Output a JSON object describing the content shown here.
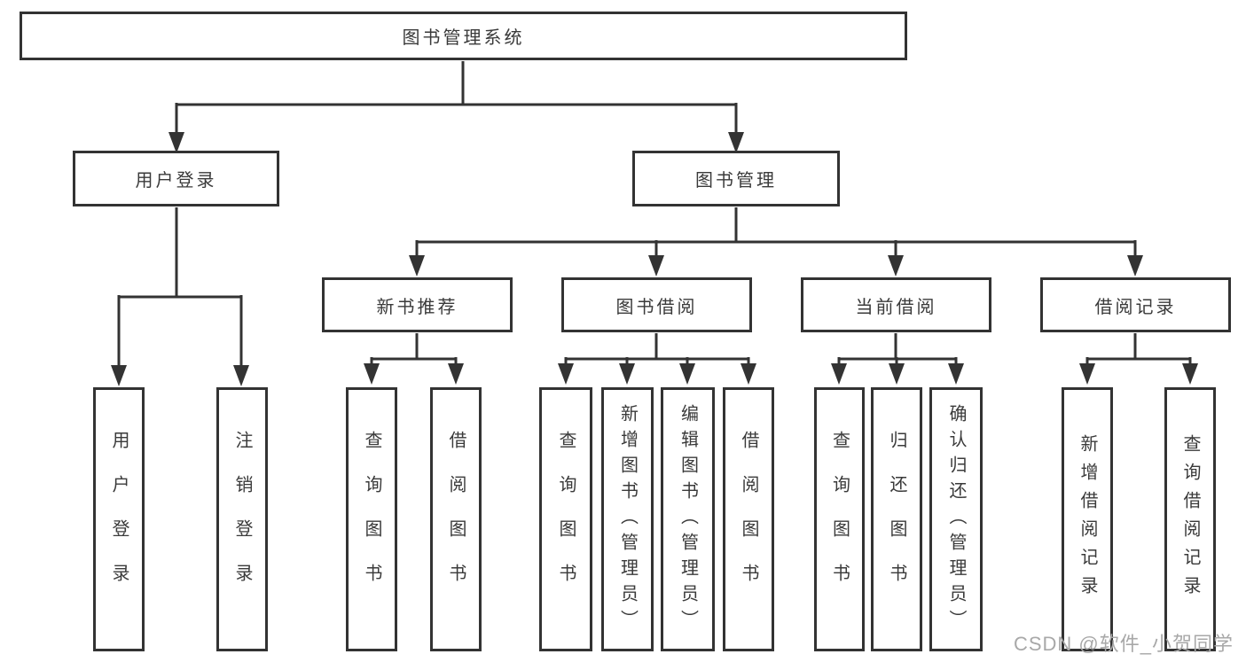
{
  "tree": {
    "label": "图书管理系统",
    "children": [
      {
        "label": "用户登录",
        "children": [
          {
            "label": "用户登录"
          },
          {
            "label": "注销登录"
          }
        ]
      },
      {
        "label": "图书管理",
        "children": [
          {
            "label": "新书推荐",
            "children": [
              {
                "label": "查询图书"
              },
              {
                "label": "借阅图书"
              }
            ]
          },
          {
            "label": "图书借阅",
            "children": [
              {
                "label": "查询图书"
              },
              {
                "label": "新增图书（管理员）"
              },
              {
                "label": "编辑图书（管理员）"
              },
              {
                "label": "借阅图书"
              }
            ]
          },
          {
            "label": "当前借阅",
            "children": [
              {
                "label": "查询图书"
              },
              {
                "label": "归还图书"
              },
              {
                "label": "确认归还（管理员）"
              }
            ]
          },
          {
            "label": "借阅记录",
            "children": [
              {
                "label": "新增借阅记录"
              },
              {
                "label": "查询借阅记录"
              }
            ]
          }
        ]
      }
    ]
  },
  "watermark": {
    "text": "CSDN @软件_小贺同学"
  },
  "colors": {
    "line": "#333333",
    "box_border": "#333333",
    "text": "#3a3a3a",
    "background": "#ffffff",
    "watermark": "#a8a8a8"
  }
}
